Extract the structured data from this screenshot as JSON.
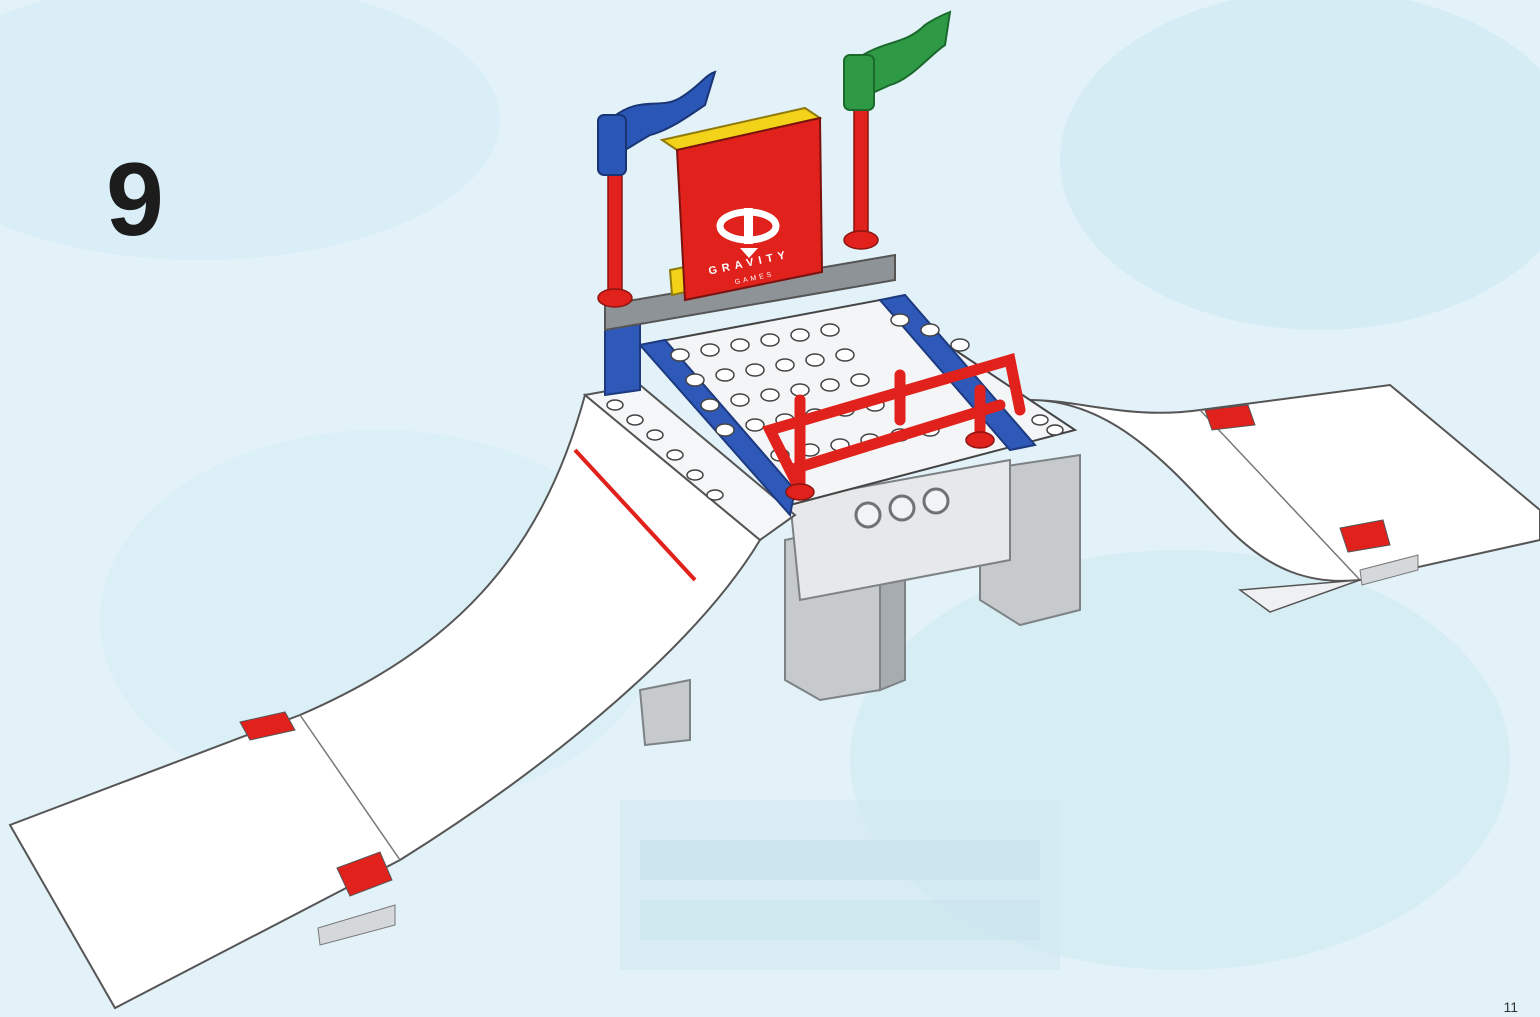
{
  "step": {
    "number": "9"
  },
  "sign": {
    "brand_text": "GRAVITY",
    "sub_text": "GAMES"
  },
  "page_corner": "11",
  "colors": {
    "background": "#dff1f7",
    "ramp": "#ffffff",
    "brick_red": "#e0211c",
    "brick_blue": "#2f59b8",
    "flag_blue": "#2a57b5",
    "flag_green": "#2f9a46",
    "sign_yellow": "#f3d21a",
    "support_grey": "#c9cdd0"
  },
  "icons": [
    "blue-flag-icon",
    "green-flag-icon",
    "gravity-logo-icon"
  ]
}
